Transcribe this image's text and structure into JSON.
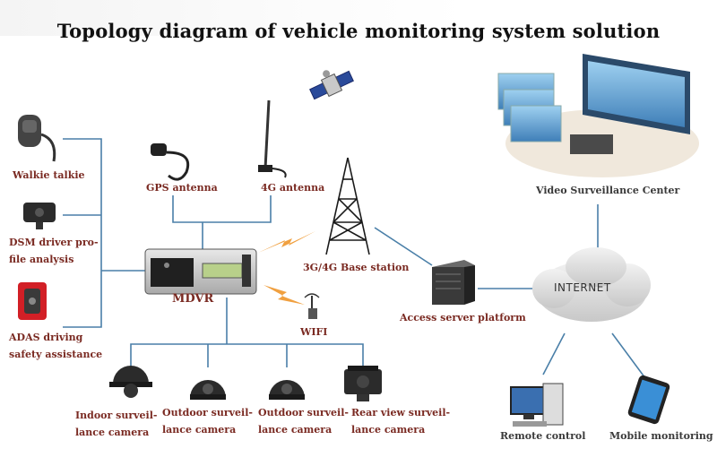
{
  "title": "Topology diagram of vehicle monitoring system solution",
  "nodes": {
    "walkie_talkie": "Walkie talkie",
    "dsm_line1": "DSM driver pro-",
    "dsm_line2": "file analysis",
    "adas_line1": "ADAS driving",
    "adas_line2": "safety assistance",
    "gps_antenna": "GPS antenna",
    "antenna_4g": "4G antenna",
    "mdvr": "MDVR",
    "base_station": "3G/4G Base station",
    "wifi": "WIFI",
    "access_server": "Access server platform",
    "internet": "INTERNET",
    "video_center": "Video Surveillance Center",
    "remote_control": "Remote control",
    "mobile_monitoring": "Mobile monitoring",
    "indoor_line1": "Indoor surveil-",
    "indoor_line2": "lance camera",
    "outdoor1_line1": "Outdoor surveil-",
    "outdoor1_line2": "lance camera",
    "outdoor2_line1": "Outdoor surveil-",
    "outdoor2_line2": "lance camera",
    "rear_line1": "Rear view surveil-",
    "rear_line2": "lance camera"
  },
  "colors": {
    "link": "#4a7fa8",
    "wireless": "#f0a040",
    "label": "#7a2a22"
  }
}
